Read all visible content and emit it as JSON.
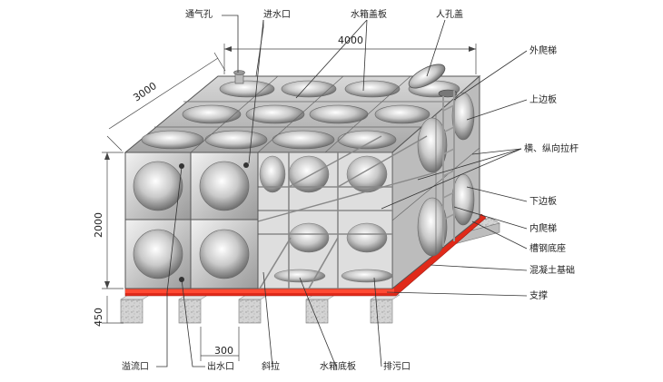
{
  "dimensions": {
    "length": "4000",
    "width": "3000",
    "height": "2000",
    "base_height": "450",
    "support_spacing": "300"
  },
  "labels": {
    "vent_hole": "通气孔",
    "water_inlet": "进水口",
    "tank_cover_plate": "水箱盖板",
    "manhole_cover": "人孔盖",
    "outer_ladder": "外爬梯",
    "top_edge_plate": "上边板",
    "tie_rods": "横、纵向拉杆",
    "bottom_edge_plate": "下边板",
    "inner_ladder": "内爬梯",
    "channel_steel_base": "槽钢底座",
    "concrete_foundation": "混凝土基础",
    "support": "支撑",
    "overflow_outlet": "溢流口",
    "water_outlet": "出水口",
    "diagonal_brace": "斜拉",
    "tank_bottom_plate": "水箱底板",
    "drain_outlet": "排污口"
  },
  "colors": {
    "panel_light": "#e6e6e6",
    "panel_dark": "#8a8a8a",
    "edge": "#555555",
    "channel_steel": "#e02a1a",
    "concrete": "#cfcfcf"
  }
}
